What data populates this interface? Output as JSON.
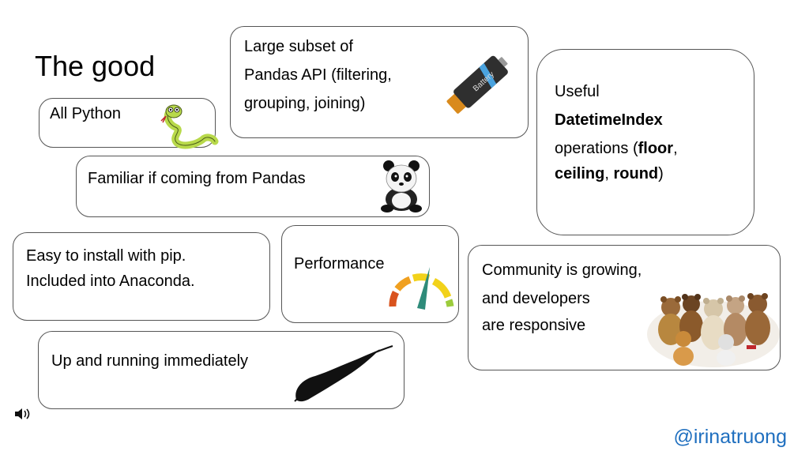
{
  "slide": {
    "title": "The good",
    "handle": "@irinatruong"
  },
  "cards": {
    "all_python": {
      "text": "All Python",
      "icon": "snake-icon"
    },
    "large_subset": {
      "line1": "Large subset of",
      "line2": "Pandas API (filtering,",
      "line3": "grouping, joining)",
      "icon": "battery-icon",
      "icon_text": "Battery"
    },
    "datetime": {
      "line1": "Useful",
      "line2": "DatetimeIndex",
      "line3_pre": "operations (",
      "floor": "floor",
      "comma1": ",",
      "ceiling": "ceiling",
      "comma2": ", ",
      "round": "round",
      "close": ")"
    },
    "familiar": {
      "text": "Familiar if coming from Pandas",
      "icon": "panda-icon"
    },
    "install": {
      "line1": "Easy to install with pip.",
      "line2": "Included into Anaconda."
    },
    "performance": {
      "text": "Performance",
      "icon": "speedometer-icon"
    },
    "community": {
      "line1": "Community is growing,",
      "line2": "and developers",
      "line3": "are responsive",
      "icon": "teddy-bears-icon"
    },
    "running": {
      "text": "Up and running immediately",
      "icon": "feather-icon"
    }
  },
  "colors": {
    "handle": "#1f6fbf",
    "border": "#555555",
    "snake": "#b8d94a",
    "battery_body": "#2f2f2f",
    "battery_cap": "#d98a1c",
    "gauge_needle": "#2e8b7a",
    "gauge_red": "#d9531e",
    "gauge_orange": "#f0a020",
    "gauge_yellow": "#f2d21a",
    "gauge_green": "#9ccc3c"
  }
}
